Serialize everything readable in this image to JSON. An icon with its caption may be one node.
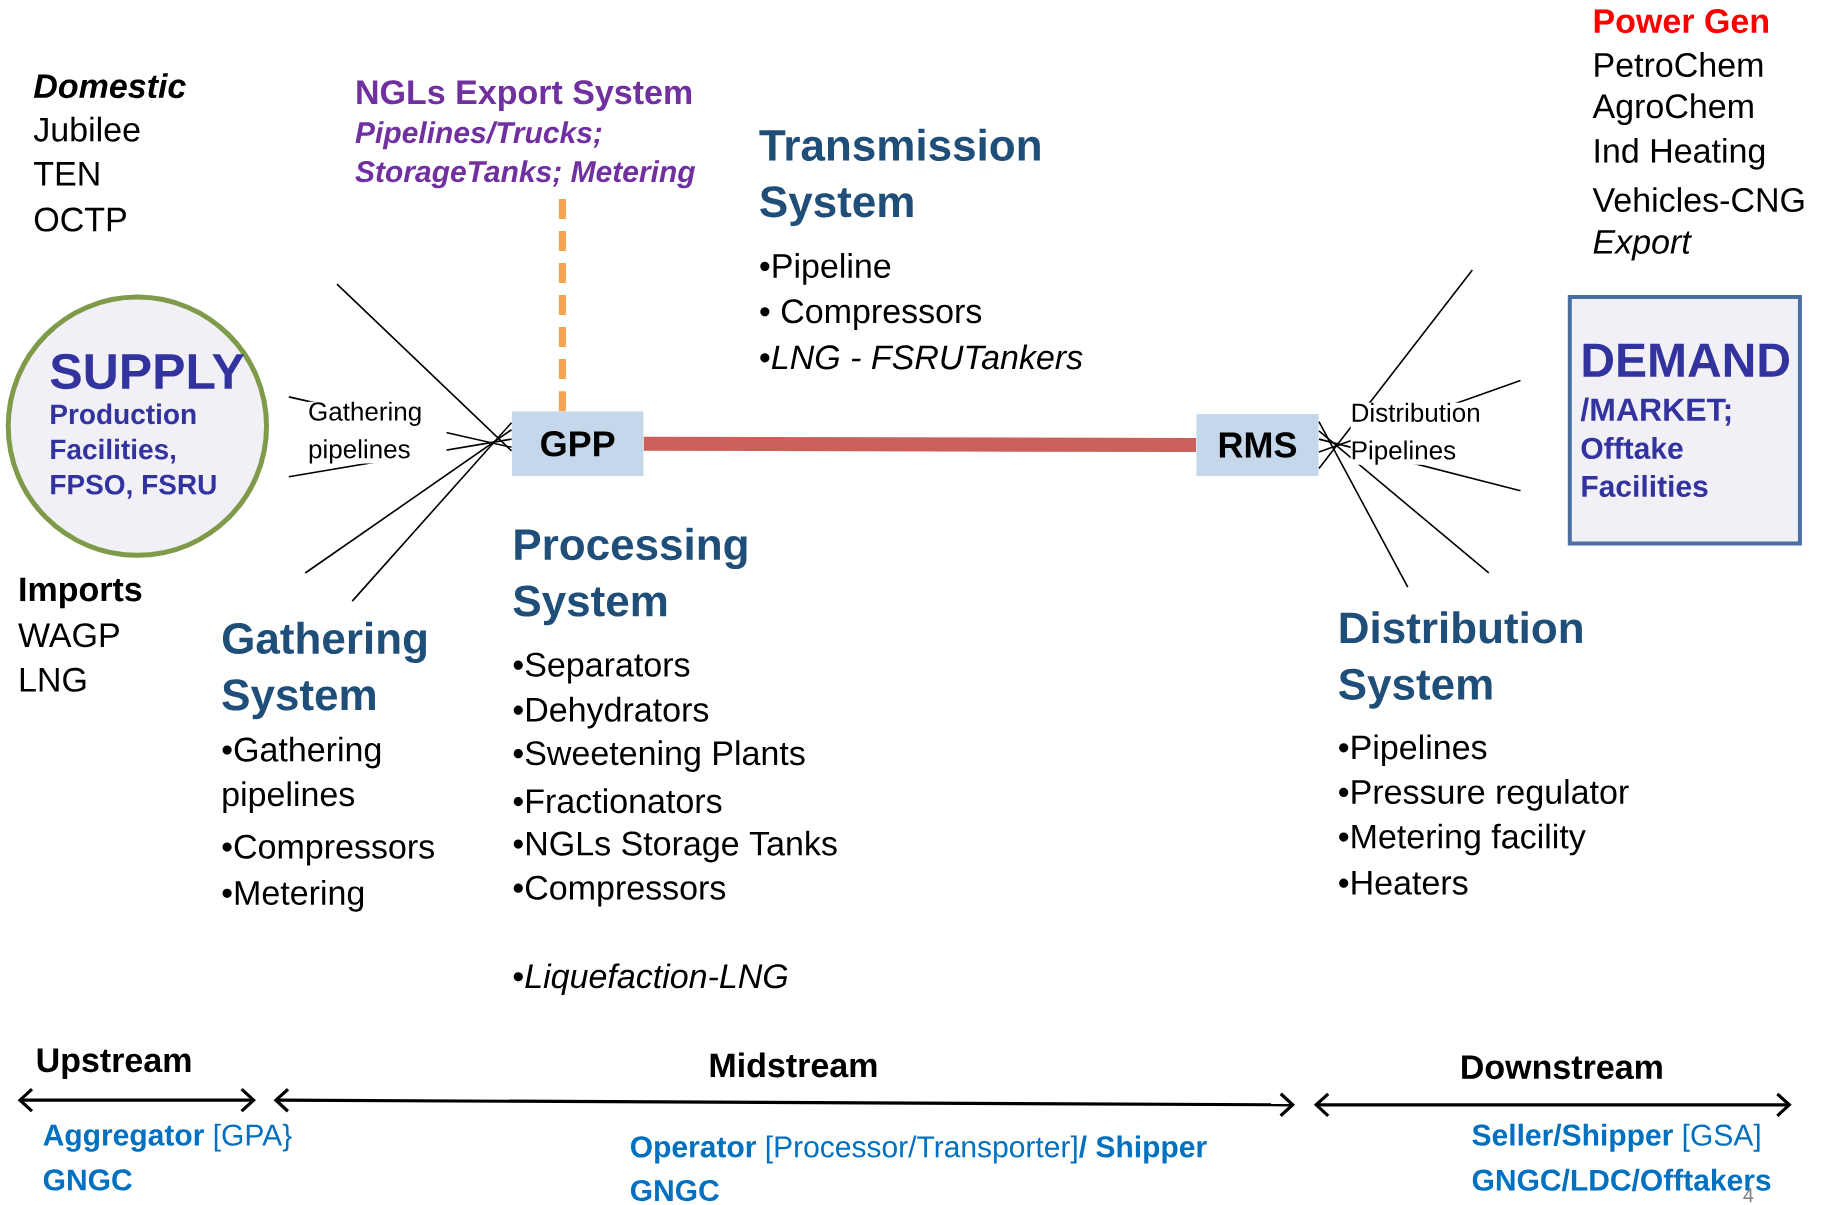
{
  "diagram": {
    "nodes": [
      {
        "text": [
          "SUPPLY",
          "Production Facilities, FPSO, FSRU"
        ]
      },
      {
        "text": [
          "GPP"
        ]
      },
      {
        "text": [
          "RMS"
        ]
      },
      {
        "text": [
          "DEMAND",
          "/MARKET;",
          "Offtake Facilities"
        ]
      },
      {
        "text": [
          "NGLs Export System",
          "Pipelines/Trucks; StorageTanks; Metering"
        ]
      }
    ],
    "edges": [
      {
        "from": 1,
        "to": 2,
        "arrow": "none",
        "style": "thick",
        "color": "#cd5f5a"
      },
      {
        "from": 1,
        "to": 4,
        "arrow": "none",
        "style": "dashed",
        "color": "#f4a352"
      },
      {
        "from": 1,
        "to": null,
        "arrow": "none"
      },
      {
        "from": 1,
        "to": null,
        "arrow": "none"
      },
      {
        "from": 1,
        "to": null,
        "arrow": "none"
      },
      {
        "from": 1,
        "to": null,
        "arrow": "none"
      },
      {
        "from": 1,
        "to": null,
        "arrow": "none"
      },
      {
        "from": 2,
        "to": null,
        "arrow": "none"
      },
      {
        "from": 2,
        "to": null,
        "arrow": "none"
      },
      {
        "from": 2,
        "to": null,
        "arrow": "none"
      },
      {
        "from": 2,
        "to": null,
        "arrow": "none"
      },
      {
        "from": 2,
        "to": null,
        "arrow": "none"
      }
    ],
    "labels": [
      "Domestic",
      "Jubilee",
      "TEN",
      "OCTP",
      "Transmission System",
      "•Pipeline",
      "• Compressors",
      "•*LNG - FSRUTankers*",
      "Power Gen",
      "PetroChem",
      "AgroChem",
      "Ind Heating",
      "Vehicles-CNG",
      "Export",
      "Gathering pipelines",
      "Distribution Pipelines",
      "Processing System",
      "Imports",
      "WAGP",
      "LNG",
      "•Separators",
      "•Dehydrators",
      "•Sweetening Plants",
      "•Fractionators",
      "•NGLs Storage Tanks",
      "•Compressors",
      "•*Liquefaction-LNG*",
      "Distribution System",
      "•Pipelines",
      "•Pressure regulator",
      "•Metering facility",
      "•Heaters",
      "Gathering System",
      "•Gathering pipelines",
      "•Compressors",
      "•Metering",
      "Upstream",
      "Midstream",
      "Downstream",
      "**Aggregator** [GPA}",
      "GNGC",
      "**Operator** [Processor/Transporter]**/ Shipper**",
      "GNGC",
      "**Seller/Shipper** [GSA]",
      "GNGC/LDC/Offtakers",
      "4"
    ]
  }
}
